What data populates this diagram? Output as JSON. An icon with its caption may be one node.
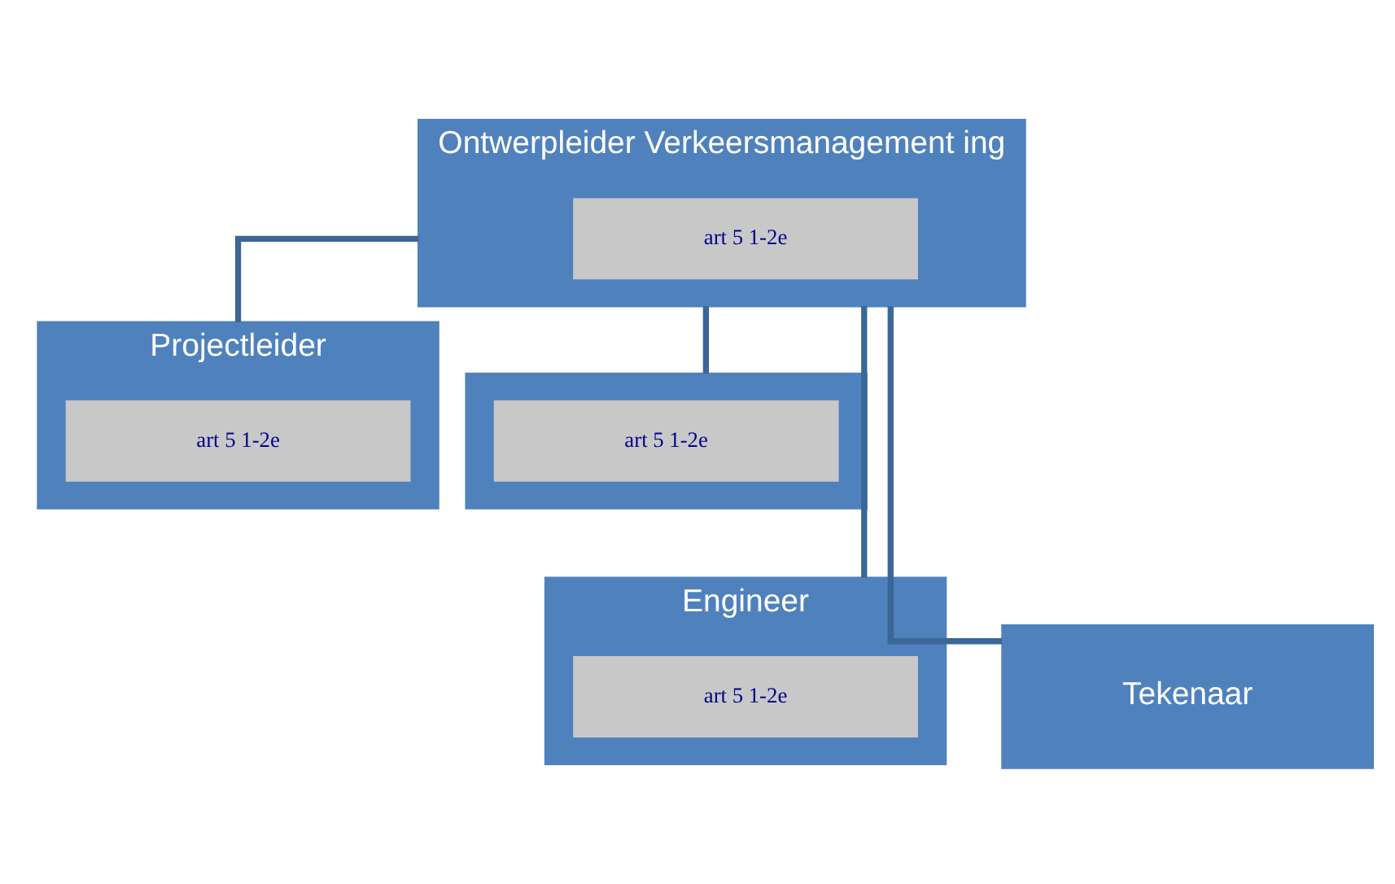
{
  "diagram": {
    "nodes": [
      {
        "text": [
          "Ontwerpleider Verkeersmanagement ing"
        ]
      },
      {
        "text": [
          "art 5 1-2e"
        ],
        "in": 0
      },
      {
        "text": [
          "Projectleider"
        ]
      },
      {
        "text": [
          "art 5 1-2e"
        ],
        "in": 2
      },
      {
        "text": [],
        "shape": "box"
      },
      {
        "text": [
          "art 5 1-2e"
        ],
        "in": 4
      },
      {
        "text": [
          "Engineer"
        ]
      },
      {
        "text": [
          "art 5 1-2e"
        ],
        "in": 6
      },
      {
        "text": [
          "Tekenaar"
        ]
      }
    ],
    "edges": [
      {
        "from": 0,
        "to": 2,
        "arrow": "none"
      },
      {
        "from": 0,
        "to": 4,
        "arrow": "none"
      },
      {
        "from": 0,
        "to": 6,
        "arrow": "none"
      },
      {
        "from": 0,
        "to": 8,
        "arrow": "none"
      }
    ]
  }
}
